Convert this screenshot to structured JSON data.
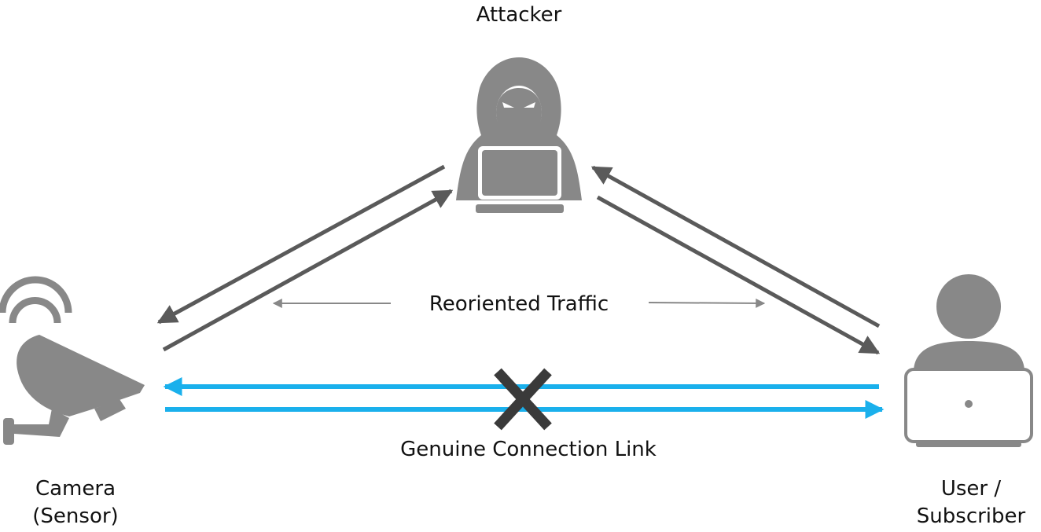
{
  "labels": {
    "attacker": "Attacker",
    "camera_line1": "Camera",
    "camera_line2": "(Sensor)",
    "user_line1": "User /",
    "user_line2": "Subscriber",
    "reoriented_traffic": "Reoriented Traffic",
    "genuine_link": "Genuine Connection Link"
  },
  "icons": {
    "attacker": "hooded-hacker-with-laptop-icon",
    "camera": "security-camera-with-wifi-icon",
    "user": "user-with-laptop-icon",
    "blocked": "x-mark-icon"
  },
  "colors": {
    "icon_gray": "#888888",
    "arrow_dark": "#5a5a5a",
    "arrow_light": "#888888",
    "genuine_link": "#1ab0ec",
    "x_mark": "#3a3a3a",
    "text": "#111111"
  }
}
